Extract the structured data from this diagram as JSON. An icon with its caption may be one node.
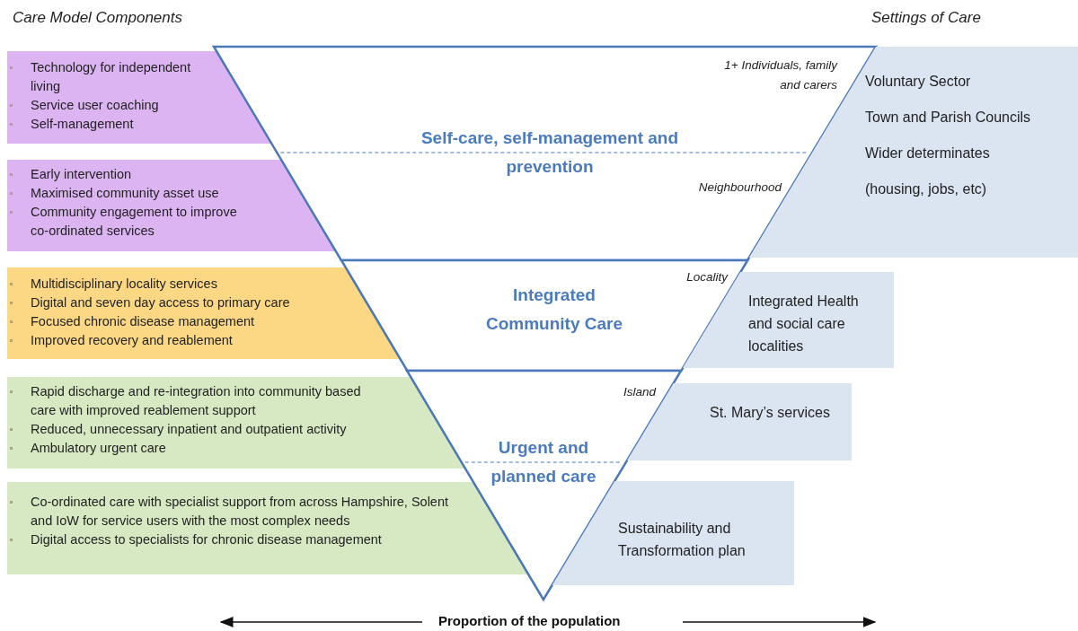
{
  "diagram": {
    "nodes": [
      {
        "text": [
          "Technology for independent living",
          "Service user coaching",
          "Self-management"
        ]
      },
      {
        "text": [
          "Early intervention",
          "Maximised community asset use",
          "Community engagement to improve co-ordinated services"
        ]
      },
      {
        "text": [
          "Multidisciplinary locality services",
          "Digital and seven day access to primary care",
          "Focused chronic disease management",
          "Improved recovery and reablement"
        ]
      },
      {
        "text": [
          "Rapid discharge and re-integration into community based care with improved reablement support",
          "Reduced, unnecessary inpatient and outpatient activity",
          "Ambulatory urgent care"
        ]
      },
      {
        "text": [
          "Co-ordinated care with specialist support from across Hampshire, Solent and IoW for service users with the most complex needs",
          "Digital access to specialists for chronic disease management"
        ]
      },
      {
        "text": [
          "Self-care, self-management and prevention"
        ]
      },
      {
        "text": [
          "Integrated Community Care"
        ]
      },
      {
        "text": [
          "Urgent and planned care"
        ]
      },
      {
        "text": [
          "Voluntary Sector",
          "Town and Parish Councils",
          "Wider determinates",
          "(housing, jobs, etc)"
        ]
      },
      {
        "text": [
          "Integrated Health and social care localities"
        ]
      },
      {
        "text": [
          "St. Mary’s services"
        ]
      },
      {
        "text": [
          "Sustainability and Transformation plan"
        ]
      }
    ],
    "edges": [],
    "labels": [
      "Care Model Components",
      "Settings of Care",
      "1+ Individuals, family and carers",
      "Neighbourhood",
      "Locality",
      "Island",
      "Proportion of the population"
    ]
  }
}
